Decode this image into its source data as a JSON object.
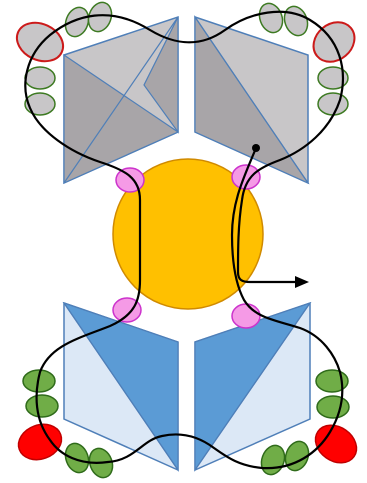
{
  "colors": {
    "background": "#ffffff",
    "upper_panel_fill": "#c8c6c8",
    "upper_panel_dark": "#a8a5a8",
    "lower_panel_fill": "#dce8f6",
    "lower_panel_dark": "#5b9bd5",
    "panel_edge": "#4f7fb8",
    "sphere_fill": "#ffc000",
    "sphere_edge": "#d08a00",
    "connector_fill": "#f59ae6",
    "connector_edge": "#cc33cc",
    "leaf_green_fill": "#70ad47",
    "leaf_green_edge": "#2f6b1a",
    "leaf_grey_fill": "#c8c6c8",
    "leaf_grey_edge": "#3d7a22",
    "tip_red_fill": "#ff0000",
    "tip_red_edge": "#c00000",
    "tip_grey_edge": "#cc1a1a",
    "path_line": "#000000"
  },
  "shapes": {
    "panels": [
      "upper-left-panel",
      "upper-right-panel",
      "lower-left-panel",
      "lower-right-panel"
    ],
    "central_sphere": "central-sphere",
    "connectors": [
      "connector-top-left",
      "connector-top-right",
      "connector-bottom-left",
      "connector-bottom-right"
    ],
    "path": "black-path-line",
    "arrow": "path-arrow-head",
    "start_point": "path-start-dot"
  }
}
